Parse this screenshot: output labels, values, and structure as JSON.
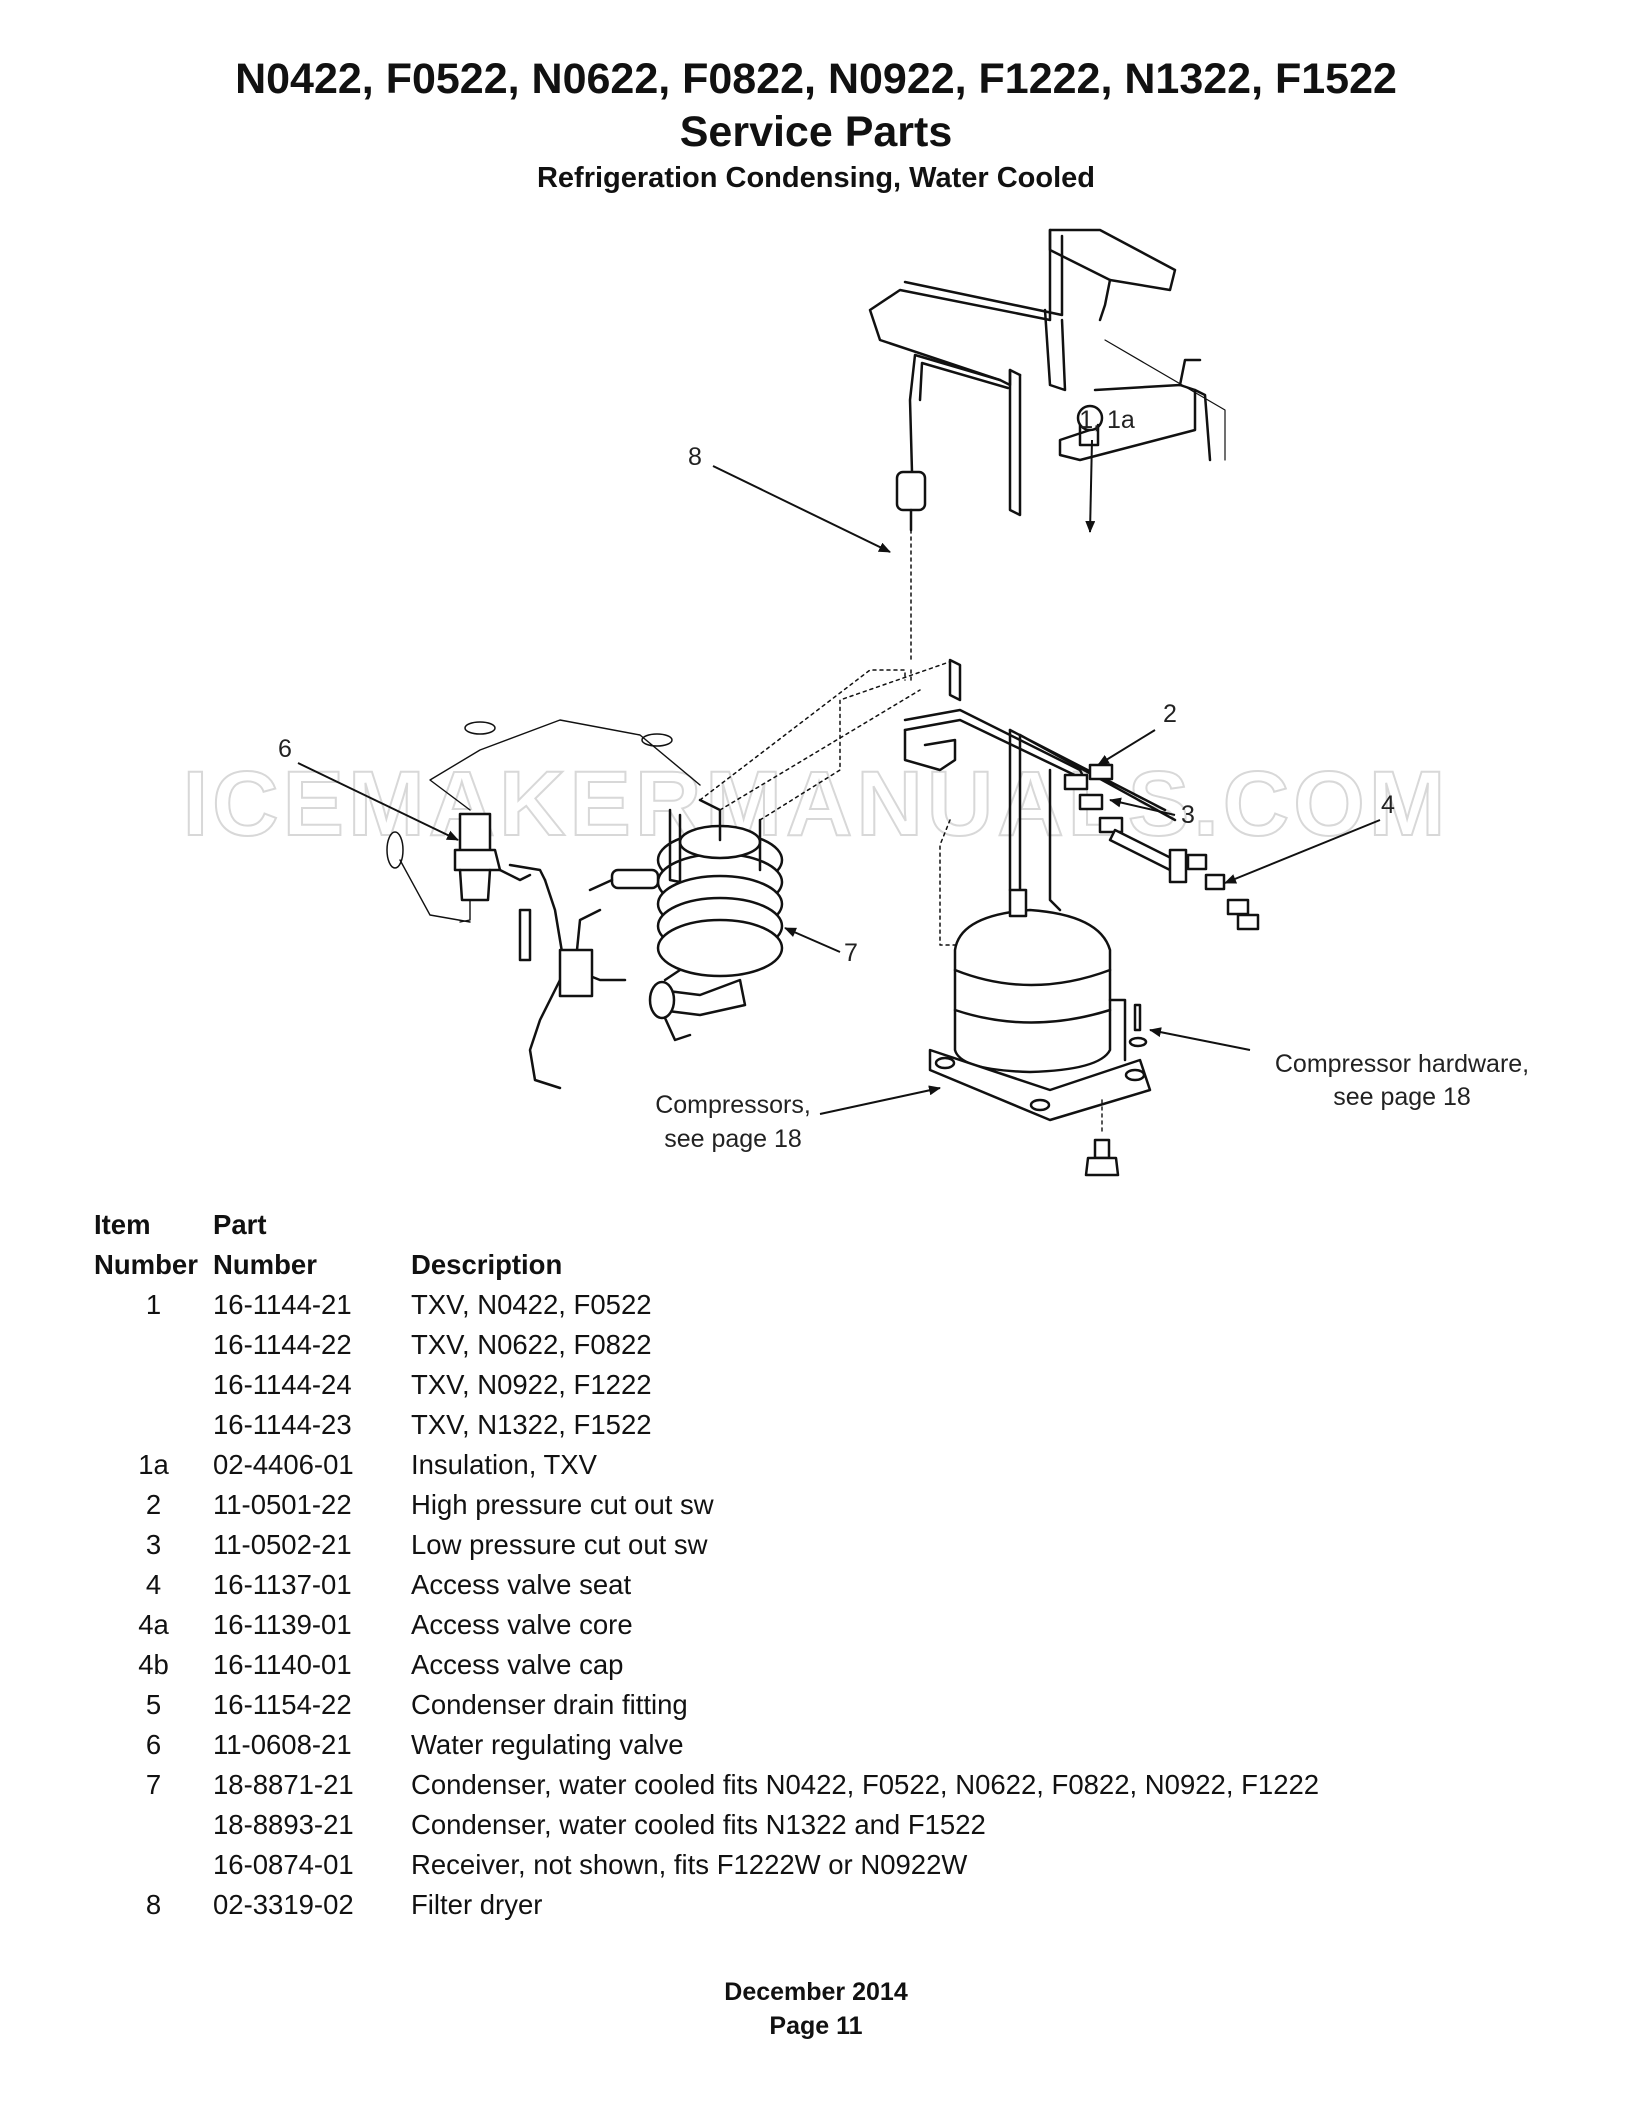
{
  "header": {
    "title": "N0422, F0522, N0622, F0822, N0922, F1222, N1322, F1522",
    "subtitle": "Service Parts",
    "section": "Refrigeration Condensing, Water Cooled"
  },
  "diagram": {
    "watermark": "ICEMAKERMANUALS.COM",
    "callouts": {
      "c1": "1, 1a",
      "c2": "2",
      "c3": "3",
      "c4": "4",
      "c6": "6",
      "c7": "7",
      "c8": "8",
      "compressors_line1": "Compressors,",
      "compressors_line2": "see page 18",
      "hardware_line1": "Compressor hardware,",
      "hardware_line2": "see page 18"
    }
  },
  "parts_table": {
    "headers": {
      "item_top": "Item",
      "item_bottom": "Number",
      "part_top": "Part",
      "part_bottom": "Number",
      "description": "Description"
    },
    "rows": [
      {
        "item": "1",
        "part": "16-1144-21",
        "description": "TXV, N0422, F0522"
      },
      {
        "item": "",
        "part": "16-1144-22",
        "description": "TXV, N0622, F0822"
      },
      {
        "item": "",
        "part": "16-1144-24",
        "description": "TXV, N0922, F1222"
      },
      {
        "item": "",
        "part": "16-1144-23",
        "description": "TXV, N1322, F1522"
      },
      {
        "item": "1a",
        "part": "02-4406-01",
        "description": "Insulation, TXV"
      },
      {
        "item": "2",
        "part": "11-0501-22",
        "description": "High pressure cut out sw"
      },
      {
        "item": "3",
        "part": "11-0502-21",
        "description": "Low pressure cut out sw"
      },
      {
        "item": "4",
        "part": "16-1137-01",
        "description": "Access valve seat"
      },
      {
        "item": "4a",
        "part": "16-1139-01",
        "description": "Access valve core"
      },
      {
        "item": "4b",
        "part": "16-1140-01",
        "description": "Access valve cap"
      },
      {
        "item": "5",
        "part": "16-1154-22",
        "description": "Condenser drain fitting"
      },
      {
        "item": "6",
        "part": "11-0608-21",
        "description": "Water regulating valve"
      },
      {
        "item": "7",
        "part": "18-8871-21",
        "description": "Condenser, water cooled fits N0422, F0522, N0622, F0822, N0922, F1222"
      },
      {
        "item": "",
        "part": "18-8893-21",
        "description": "Condenser, water cooled fits N1322 and F1522"
      },
      {
        "item": "",
        "part": "16-0874-01",
        "description": "Receiver, not shown, fits F1222W or N0922W"
      },
      {
        "item": "8",
        "part": "02-3319-02",
        "description": "Filter dryer"
      }
    ]
  },
  "footer": {
    "date": "December 2014",
    "page": "Page 11"
  }
}
